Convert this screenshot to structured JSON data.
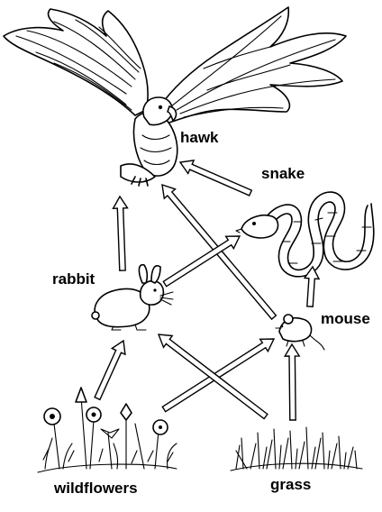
{
  "organisms": {
    "hawk": "hawk",
    "snake": "snake",
    "rabbit": "rabbit",
    "mouse": "mouse",
    "wildflowers": "wildflowers",
    "grass": "grass"
  },
  "arrows": [
    {
      "from": "rabbit",
      "to": "hawk"
    },
    {
      "from": "snake",
      "to": "hawk"
    },
    {
      "from": "mouse",
      "to": "hawk"
    },
    {
      "from": "rabbit",
      "to": "snake"
    },
    {
      "from": "mouse",
      "to": "snake"
    },
    {
      "from": "wildflowers",
      "to": "rabbit"
    },
    {
      "from": "wildflowers",
      "to": "mouse"
    },
    {
      "from": "grass",
      "to": "rabbit"
    },
    {
      "from": "grass",
      "to": "mouse"
    }
  ],
  "icons": [
    "hawk-icon",
    "snake-icon",
    "rabbit-icon",
    "mouse-icon",
    "wildflowers-icon",
    "grass-icon"
  ]
}
